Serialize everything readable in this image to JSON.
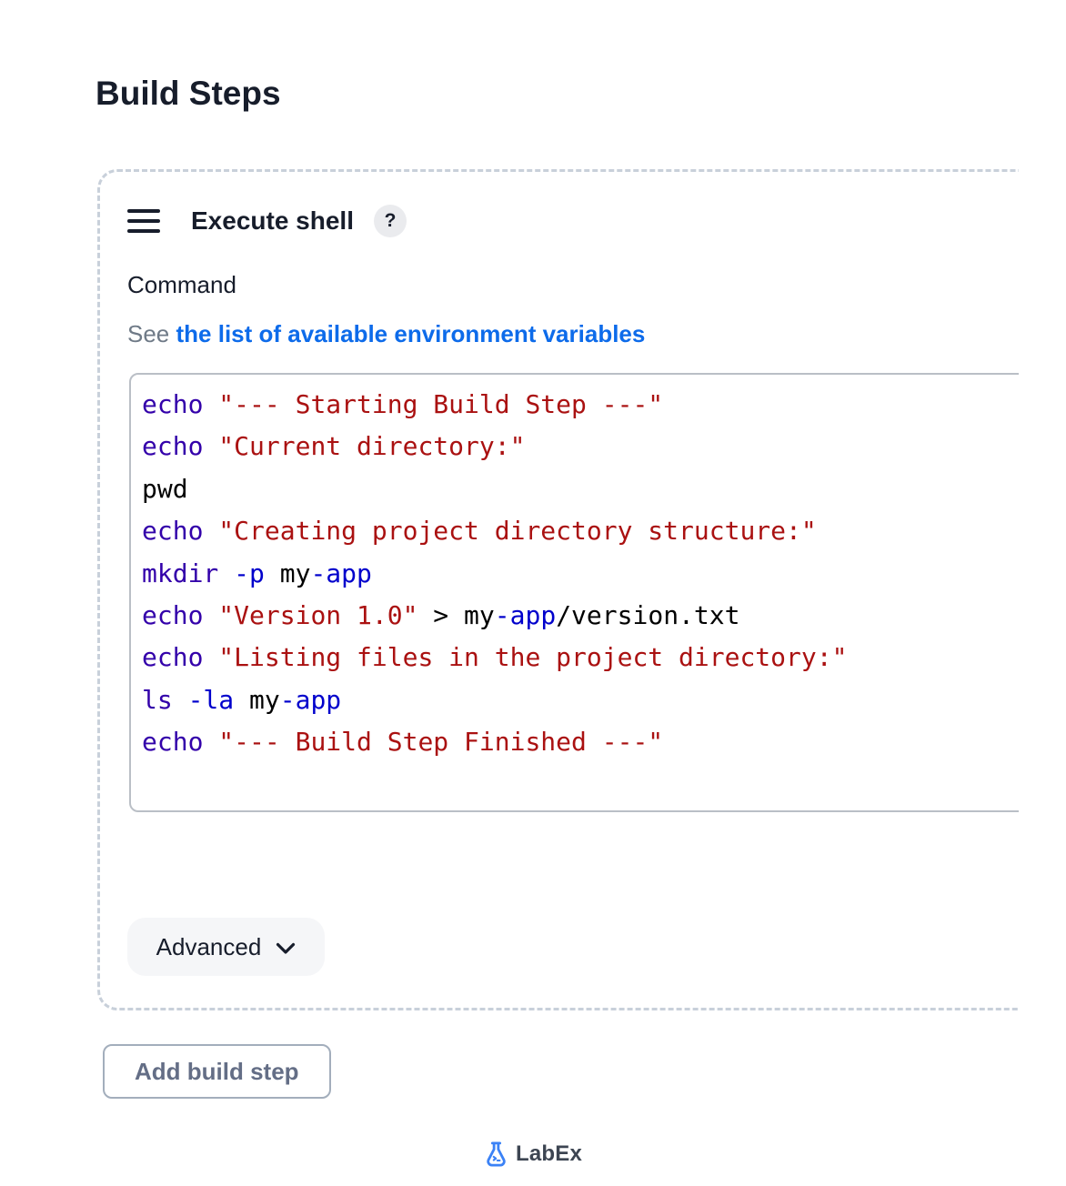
{
  "page": {
    "title": "Build Steps"
  },
  "build_step": {
    "title": "Execute shell",
    "help_label": "?",
    "command_label": "Command",
    "env_hint": {
      "prefix": "See ",
      "link_text": "the list of available environment variables"
    },
    "advanced_label": "Advanced",
    "code": {
      "lines": [
        [
          {
            "c": "builtin",
            "t": "echo"
          },
          {
            "c": "plain",
            "t": " "
          },
          {
            "c": "string",
            "t": "\"--- Starting Build Step ---\""
          }
        ],
        [
          {
            "c": "builtin",
            "t": "echo"
          },
          {
            "c": "plain",
            "t": " "
          },
          {
            "c": "string",
            "t": "\"Current directory:\""
          }
        ],
        [
          {
            "c": "plain",
            "t": "pwd"
          }
        ],
        [
          {
            "c": "builtin",
            "t": "echo"
          },
          {
            "c": "plain",
            "t": " "
          },
          {
            "c": "string",
            "t": "\"Creating project directory structure:\""
          }
        ],
        [
          {
            "c": "builtin",
            "t": "mkdir"
          },
          {
            "c": "plain",
            "t": " "
          },
          {
            "c": "attribute",
            "t": "-p"
          },
          {
            "c": "plain",
            "t": " my"
          },
          {
            "c": "attribute",
            "t": "-app"
          }
        ],
        [
          {
            "c": "builtin",
            "t": "echo"
          },
          {
            "c": "plain",
            "t": " "
          },
          {
            "c": "string",
            "t": "\"Version 1.0\""
          },
          {
            "c": "plain",
            "t": " > my"
          },
          {
            "c": "attribute",
            "t": "-app"
          },
          {
            "c": "plain",
            "t": "/version.txt"
          }
        ],
        [
          {
            "c": "builtin",
            "t": "echo"
          },
          {
            "c": "plain",
            "t": " "
          },
          {
            "c": "string",
            "t": "\"Listing files in the project directory:\""
          }
        ],
        [
          {
            "c": "builtin",
            "t": "ls"
          },
          {
            "c": "plain",
            "t": " "
          },
          {
            "c": "attribute",
            "t": "-la"
          },
          {
            "c": "plain",
            "t": " my"
          },
          {
            "c": "attribute",
            "t": "-app"
          }
        ],
        [
          {
            "c": "builtin",
            "t": "echo"
          },
          {
            "c": "plain",
            "t": " "
          },
          {
            "c": "string",
            "t": "\"--- Build Step Finished ---\""
          }
        ]
      ]
    }
  },
  "actions": {
    "add_build_step": "Add build step"
  },
  "footer": {
    "brand": "LabEx"
  },
  "colors": {
    "text_dark": "#171d2b",
    "link_blue": "#0d6bea",
    "hint_gray": "#6f7a87",
    "dash_gray": "#c8d0da",
    "border_gray": "#a3aebc",
    "button_text_slate": "#646e86",
    "brand_blue": "#3b82f6",
    "code_builtin": "#3300aa",
    "code_string": "#aa1111",
    "code_attribute": "#0000cc",
    "code_plain": "#000000"
  }
}
